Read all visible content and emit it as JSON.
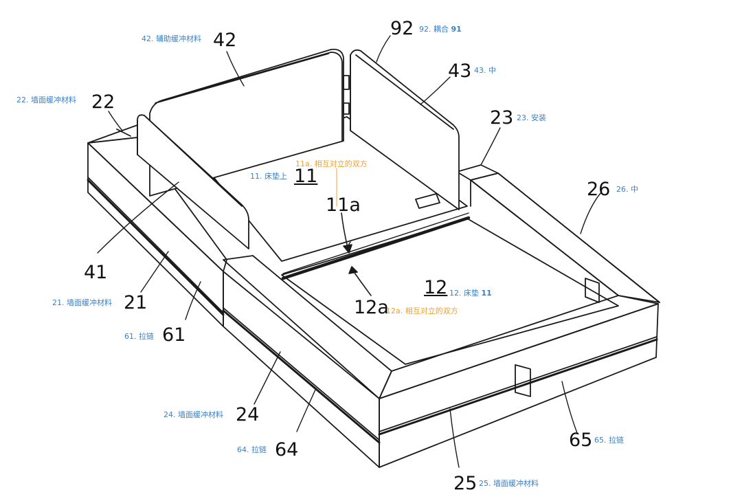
{
  "colors": {
    "line": "#1a1a1a",
    "annotation": "#3b7fc4",
    "annotation_alt": "#f0a030",
    "background": "#ffffff"
  },
  "parts": {
    "p42": {
      "num": "42",
      "name": "42. 辅助缓冲材料"
    },
    "p92": {
      "num": "92",
      "name": "92. 耦合",
      "ref": "91"
    },
    "p43": {
      "num": "43",
      "name": "43. 中"
    },
    "p22": {
      "num": "22",
      "name": "22. 墙面缓冲材料"
    },
    "p23": {
      "num": "23",
      "name": "23. 安装"
    },
    "p11": {
      "num": "11",
      "name": "11. 床垫上"
    },
    "p11a": {
      "num": "11a",
      "name": "11a. 相互对立的双方"
    },
    "p26": {
      "num": "26",
      "name": "26. 中"
    },
    "p41": {
      "num": "41"
    },
    "p21": {
      "num": "21",
      "name": "21. 墙面缓冲材料"
    },
    "p12": {
      "num": "12",
      "name": "12. 床垫",
      "ref": "11"
    },
    "p12a": {
      "num": "12a",
      "name": "12a. 相互对立的双方"
    },
    "p61": {
      "num": "61",
      "name": "61. 拉链"
    },
    "p24": {
      "num": "24",
      "name": "24. 墙面缓冲材料"
    },
    "p64": {
      "num": "64",
      "name": "64. 拉链"
    },
    "p65": {
      "num": "65",
      "name": "65. 拉链"
    },
    "p25": {
      "num": "25",
      "name": "25. 墙面缓冲材料"
    }
  }
}
